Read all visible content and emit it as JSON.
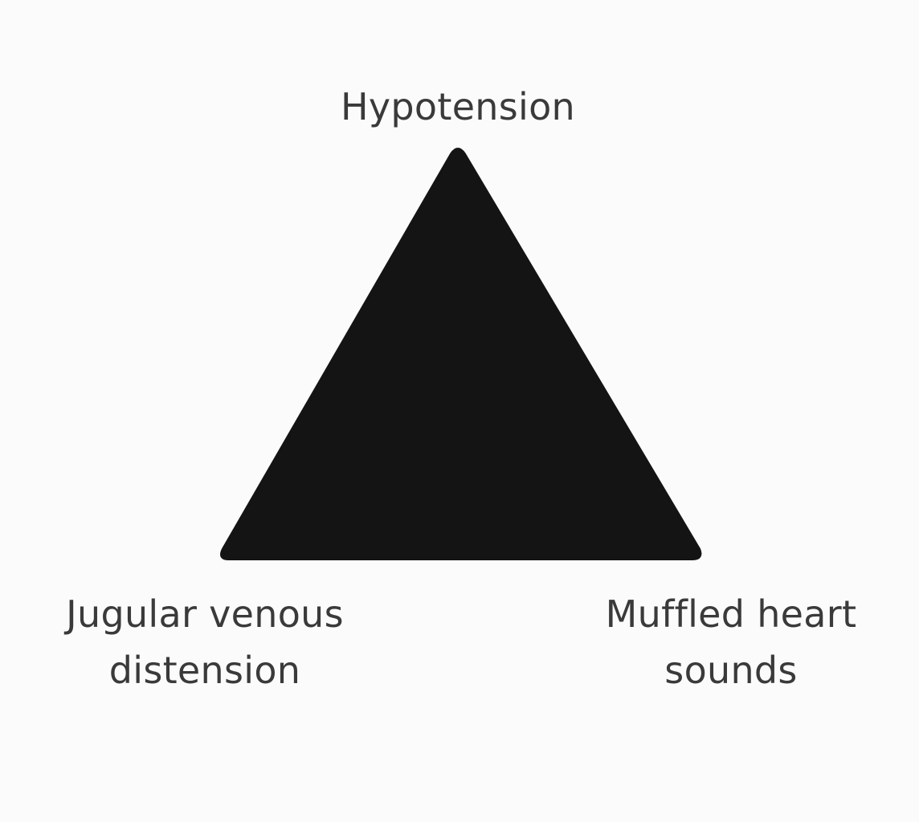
{
  "diagram": {
    "fill_color": "#141414",
    "text_color": "#3a3a3a",
    "background_color": "#fcfbfb",
    "vertices": {
      "top": {
        "label": "Hypotension"
      },
      "bottom_left": {
        "line1": "Jugular venous",
        "line2": "distension"
      },
      "bottom_right": {
        "line1": "Muffled heart",
        "line2": "sounds"
      }
    }
  }
}
